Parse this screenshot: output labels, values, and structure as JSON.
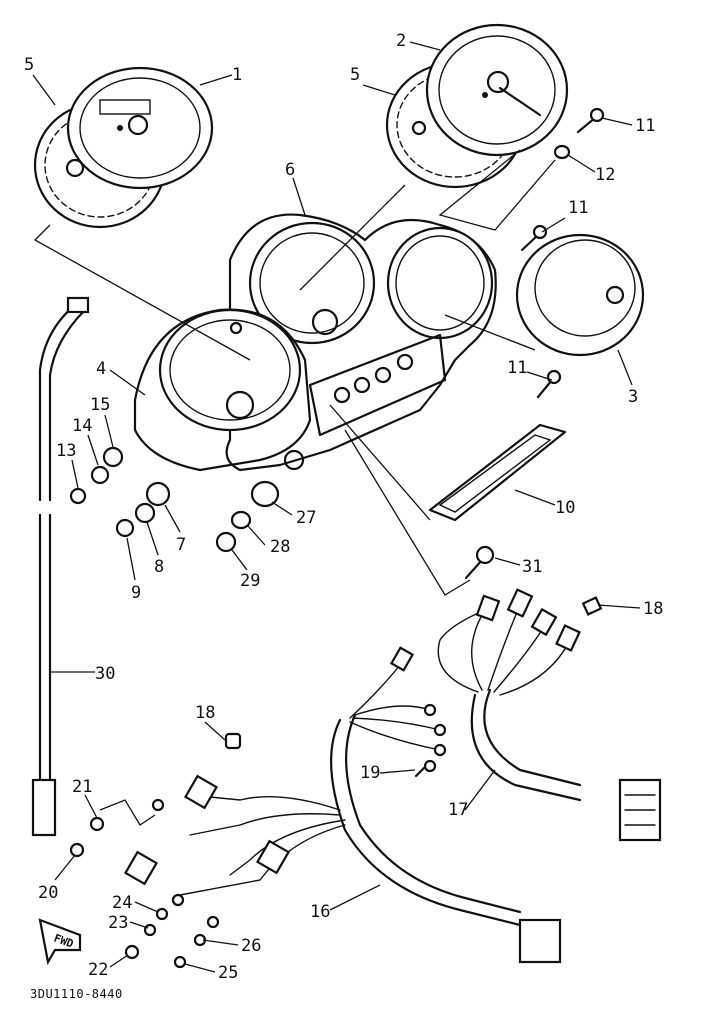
{
  "diagram": {
    "document_code": "3DU1110-8440",
    "direction_arrow": "FWD",
    "callouts": [
      "1",
      "2",
      "3",
      "4",
      "5",
      "5",
      "6",
      "7",
      "8",
      "9",
      "10",
      "11",
      "11",
      "11",
      "12",
      "13",
      "14",
      "15",
      "16",
      "17",
      "18",
      "18",
      "19",
      "20",
      "21",
      "22",
      "23",
      "24",
      "25",
      "26",
      "27",
      "28",
      "29",
      "30",
      "31"
    ]
  }
}
